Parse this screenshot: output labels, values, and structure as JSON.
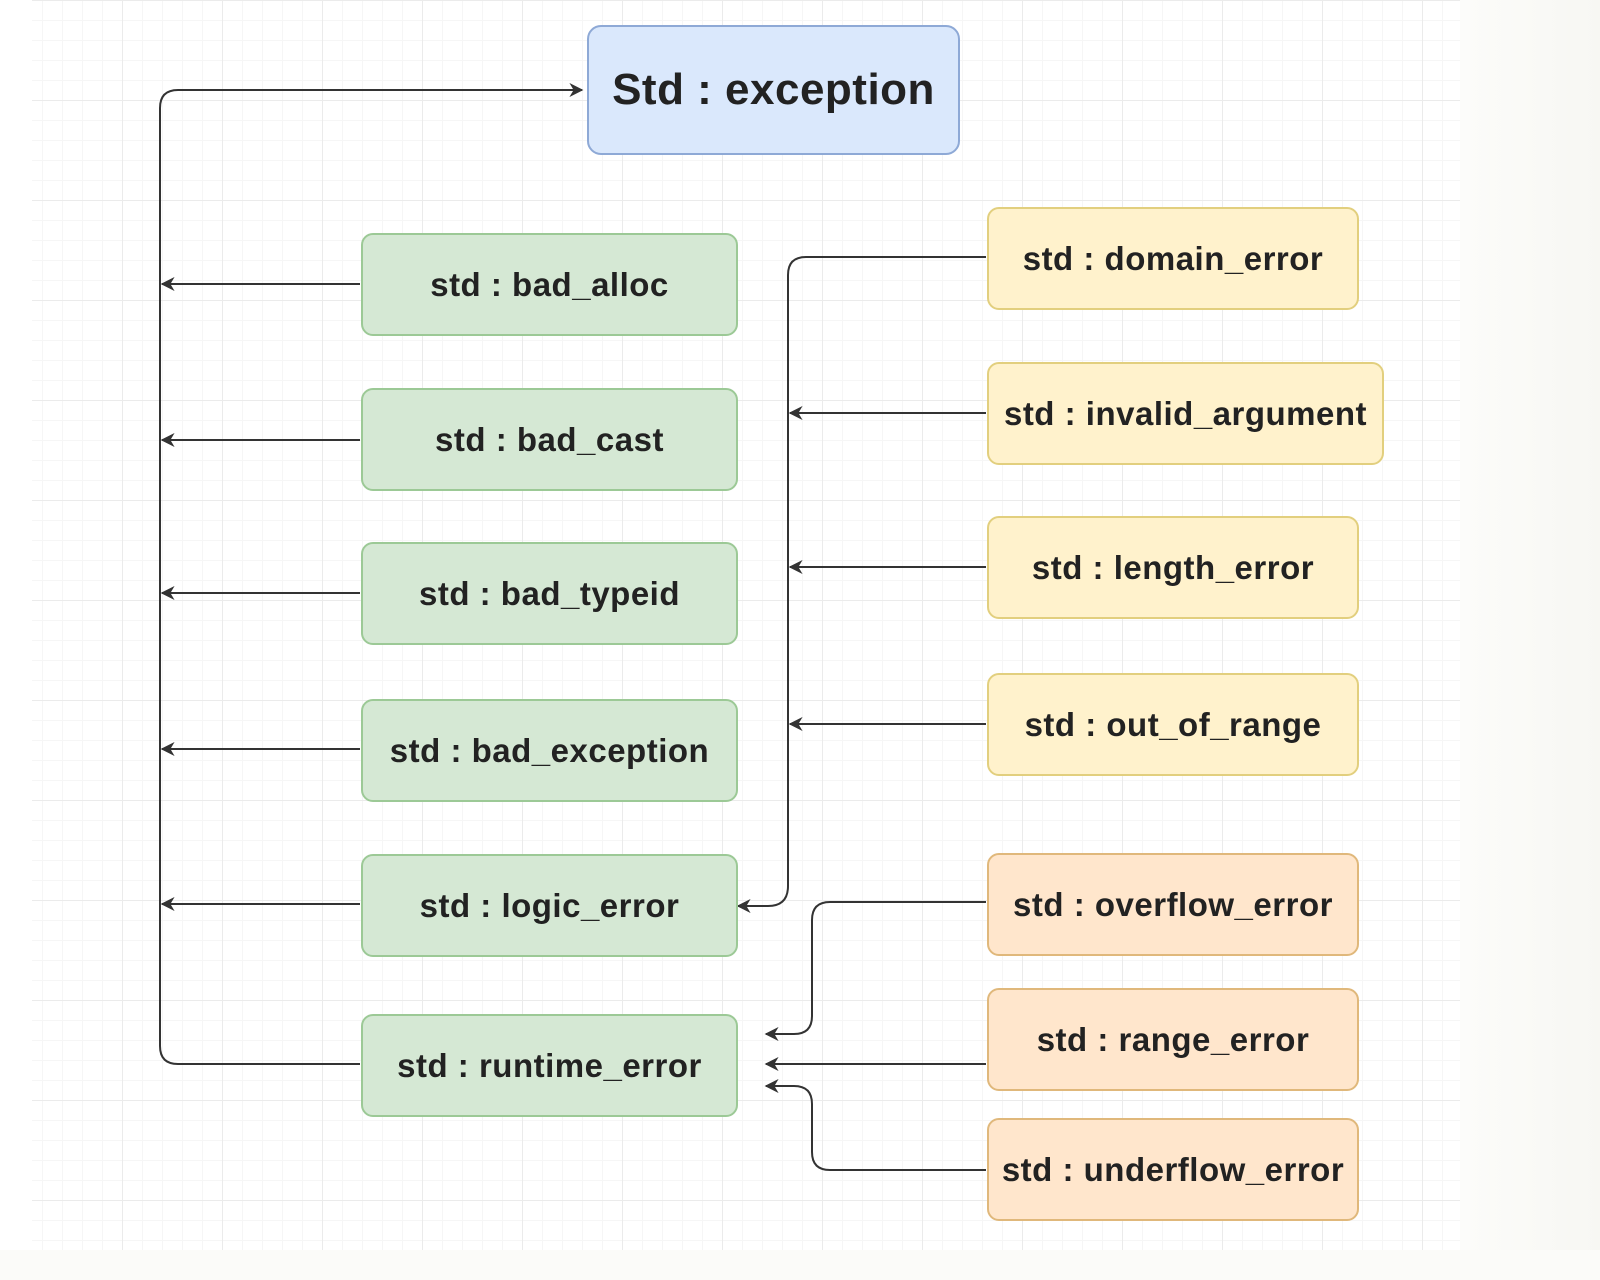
{
  "root": {
    "label": "Std : exception"
  },
  "base_classes": [
    {
      "id": "bad_alloc",
      "label": "std : bad_alloc"
    },
    {
      "id": "bad_cast",
      "label": "std : bad_cast"
    },
    {
      "id": "bad_typeid",
      "label": "std : bad_typeid"
    },
    {
      "id": "bad_exception",
      "label": "std : bad_exception"
    },
    {
      "id": "logic_error",
      "label": "std : logic_error"
    },
    {
      "id": "runtime_error",
      "label": "std : runtime_error"
    }
  ],
  "logic_error_children": [
    {
      "id": "domain_error",
      "label": "std : domain_error"
    },
    {
      "id": "invalid_argument",
      "label": "std : invalid_argument"
    },
    {
      "id": "length_error",
      "label": "std : length_error"
    },
    {
      "id": "out_of_range",
      "label": "std : out_of_range"
    }
  ],
  "runtime_error_children": [
    {
      "id": "overflow_error",
      "label": "std : overflow_error"
    },
    {
      "id": "range_error",
      "label": "std : range_error"
    },
    {
      "id": "underflow_error",
      "label": "std : underflow_error"
    }
  ],
  "colors": {
    "root_fill": "#dae8fc",
    "base_fill": "#d5e8d4",
    "logic_child_fill": "#fff2cc",
    "runtime_child_fill": "#ffe6cc",
    "edge": "#333333"
  }
}
